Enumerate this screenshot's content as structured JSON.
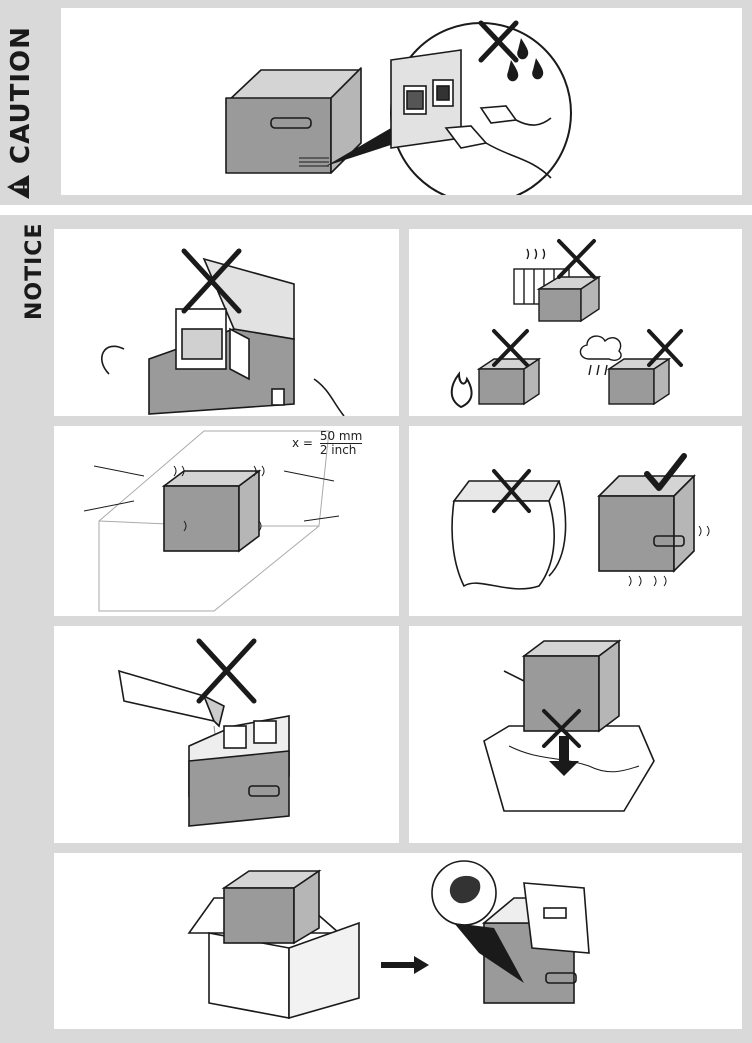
{
  "sections": {
    "caution": {
      "label": "CAUTION"
    },
    "notice": {
      "label": "NOTICE"
    }
  },
  "notes": {
    "clearance_prefix": "x =",
    "clearance_metric": "50 mm",
    "clearance_imperial": "2 inch"
  },
  "colors": {
    "band": "#d9d9d9",
    "box_body": "#9a9a9a",
    "box_top": "#c8c8c8",
    "line": "#1a1a1a"
  },
  "icons": [
    "warning-triangle-icon",
    "cross-mark-icon",
    "check-mark-icon",
    "water-drops-icon",
    "flame-icon",
    "rain-cloud-icon",
    "arrow-right-icon",
    "arrow-down-icon"
  ]
}
